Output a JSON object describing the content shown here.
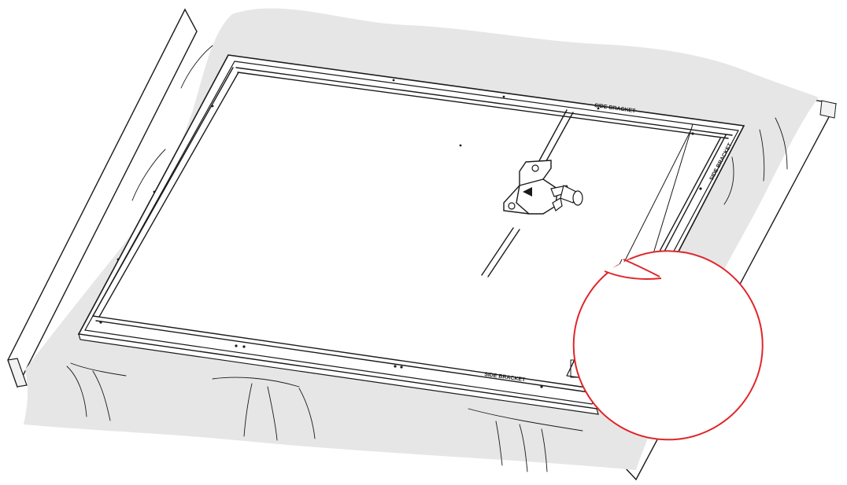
{
  "figure": {
    "frame_labels": [
      "SIDE BRACKET",
      "SIDE BRACKET",
      "SIDE BRACKET"
    ],
    "colors": {
      "cloth": "#e7e7e7",
      "line": "#1a1a1a",
      "callout": "#e0262b",
      "panel": "#ffffff"
    },
    "icons": [
      "protective-cloth",
      "table",
      "display-panel",
      "bracket-screw",
      "zoom-callout",
      "arrow-icon"
    ]
  }
}
